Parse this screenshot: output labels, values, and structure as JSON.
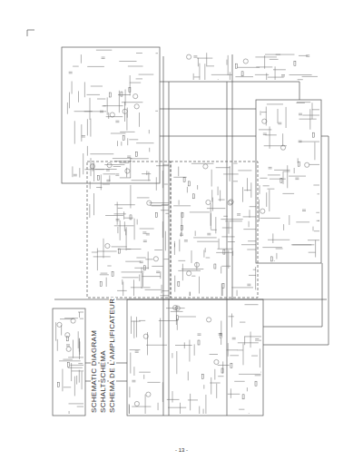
{
  "diagram": {
    "title": "SCHEMATIC DIAGRAM",
    "labels": [
      "SCHALTSCHEMA",
      "SCHEMA DE L'AMPLIFICATEUR",
      "- 13 -"
    ]
  }
}
